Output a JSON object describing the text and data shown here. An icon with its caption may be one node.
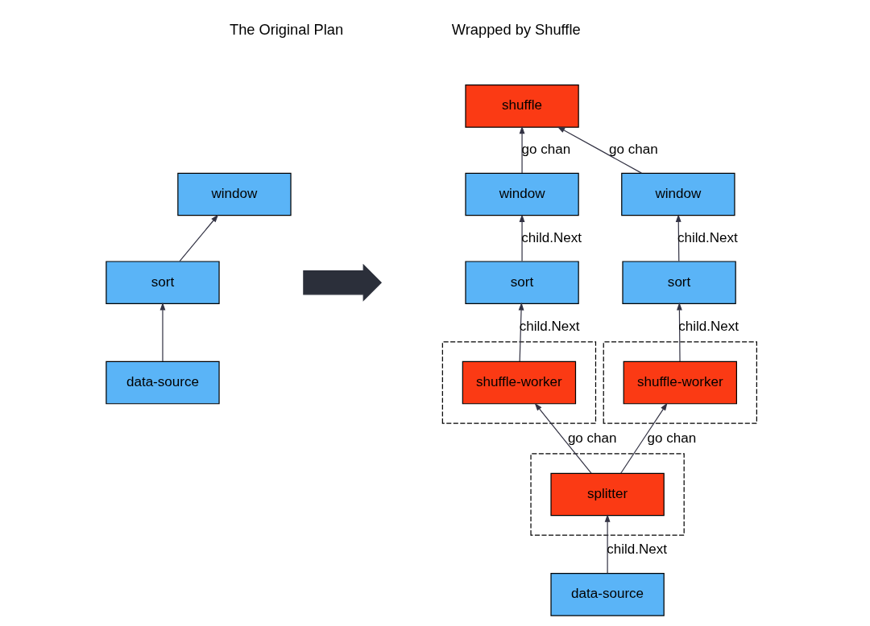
{
  "diagram": {
    "nodes": [
      {
        "text": [
          "window"
        ]
      },
      {
        "text": [
          "sort"
        ]
      },
      {
        "text": [
          "data-source"
        ]
      },
      {
        "text": [
          "shuffle"
        ]
      },
      {
        "text": [
          "window"
        ]
      },
      {
        "text": [
          "window"
        ]
      },
      {
        "text": [
          "sort"
        ]
      },
      {
        "text": [
          "sort"
        ]
      },
      {
        "text": [],
        "shape": "box"
      },
      {
        "text": [
          "shuffle-worker"
        ],
        "in": 8
      },
      {
        "text": [],
        "shape": "box"
      },
      {
        "text": [
          "shuffle-worker"
        ],
        "in": 10
      },
      {
        "text": [],
        "shape": "box"
      },
      {
        "text": [
          "splitter"
        ],
        "in": 12
      },
      {
        "text": [
          "data-source"
        ]
      },
      {
        "text": [],
        "shape": "arrow"
      }
    ],
    "edges": [
      {
        "from": 1,
        "to": 0,
        "arrow": "to"
      },
      {
        "from": 2,
        "to": 1,
        "arrow": "to"
      },
      {
        "from": 4,
        "to": 3,
        "arrow": "to",
        "label": "go chan"
      },
      {
        "from": 5,
        "to": 3,
        "arrow": "to",
        "label": "go chan"
      },
      {
        "from": 6,
        "to": 4,
        "arrow": "to",
        "label": "child.Next"
      },
      {
        "from": 7,
        "to": 5,
        "arrow": "to",
        "label": "child.Next"
      },
      {
        "from": 9,
        "to": 6,
        "arrow": "to",
        "label": "child.Next"
      },
      {
        "from": 11,
        "to": 7,
        "arrow": "to",
        "label": "child.Next"
      },
      {
        "from": 13,
        "to": 9,
        "arrow": "to",
        "label": "go chan"
      },
      {
        "from": 13,
        "to": 11,
        "arrow": "to",
        "label": "go chan"
      },
      {
        "from": 14,
        "to": 13,
        "arrow": "to",
        "label": "child.Next"
      }
    ],
    "labels": [
      "The Original Plan",
      "Wrapped by Shuffle"
    ]
  }
}
